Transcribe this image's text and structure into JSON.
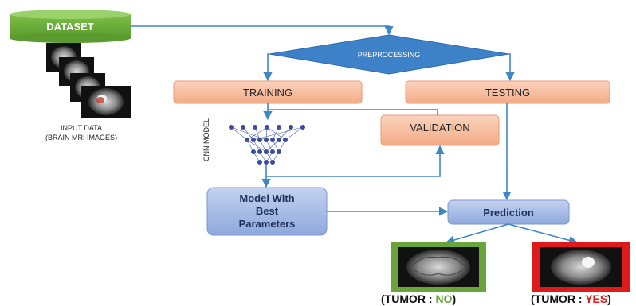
{
  "diagram": {
    "dataset": "DATASET",
    "input_caption": [
      "INPUT DATA",
      "(BRAIN MRI IMAGES)"
    ],
    "preprocessing": "PREPROCESSING",
    "training": "TRAINING",
    "testing": "TESTING",
    "validation": "VALIDATION",
    "cnn_model": "CNN MODEL",
    "model_best": [
      "Model With",
      "Best",
      "Parameters"
    ],
    "prediction": "Prediction",
    "outcome_no": {
      "prefix": "(TUMOR : ",
      "value": "NO",
      "suffix": ")"
    },
    "outcome_yes": {
      "prefix": "(TUMOR : ",
      "value": "YES",
      "suffix": ")"
    }
  },
  "colors": {
    "dataset_green": "#6aaa3a",
    "diamond_blue": "#3d82c9",
    "orange_fill": "#f6b99a",
    "blue_box": "#a9bde4",
    "arrow": "#3f86c7",
    "no_border": "#6aa43b",
    "no_text": "#6aa43b",
    "yes_border": "#e01a1a",
    "yes_text": "#e01a1a"
  }
}
